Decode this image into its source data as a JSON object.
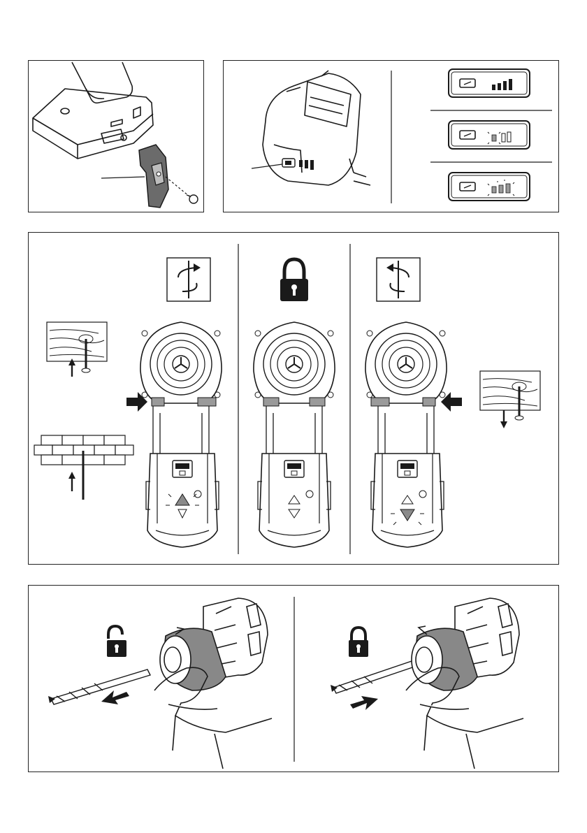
{
  "page": {
    "title": "",
    "page_number": ""
  },
  "figures": {
    "fig1": {
      "desc_icon": "battery-pack-clip-icon",
      "label": ""
    },
    "fig2": {
      "desc_icon": "battery-indicator-icon",
      "levels": [
        {
          "name": "full",
          "bars_lit": 4,
          "blinking": 0
        },
        {
          "name": "low",
          "bars_lit": 1,
          "blinking": 1
        },
        {
          "name": "empty",
          "bars_lit": 0,
          "blinking": 3
        }
      ]
    },
    "fig3": {
      "columns": [
        {
          "id": "forward",
          "icon": "rotate-clockwise-icon",
          "target_icon": "screw-into-wood-icon",
          "alt_target_icon": "drill-into-brick-icon",
          "indicator": "up-arrow-lit"
        },
        {
          "id": "lock",
          "icon": "padlock-locked-icon",
          "indicator": "both-arrows-off"
        },
        {
          "id": "reverse",
          "icon": "rotate-counterclockwise-icon",
          "target_icon": "unscrew-from-wood-icon",
          "indicator": "down-arrow-lit"
        }
      ]
    },
    "fig4": {
      "steps": [
        {
          "id": "release",
          "icon": "padlock-unlocked-icon",
          "action": "remove-bit"
        },
        {
          "id": "clamp",
          "icon": "padlock-locked-icon",
          "action": "insert-bit"
        }
      ]
    }
  },
  "colors": {
    "ink": "#1a1a1a",
    "grey": "#8a8a8a",
    "switch_grey": "#9a9a9a"
  }
}
